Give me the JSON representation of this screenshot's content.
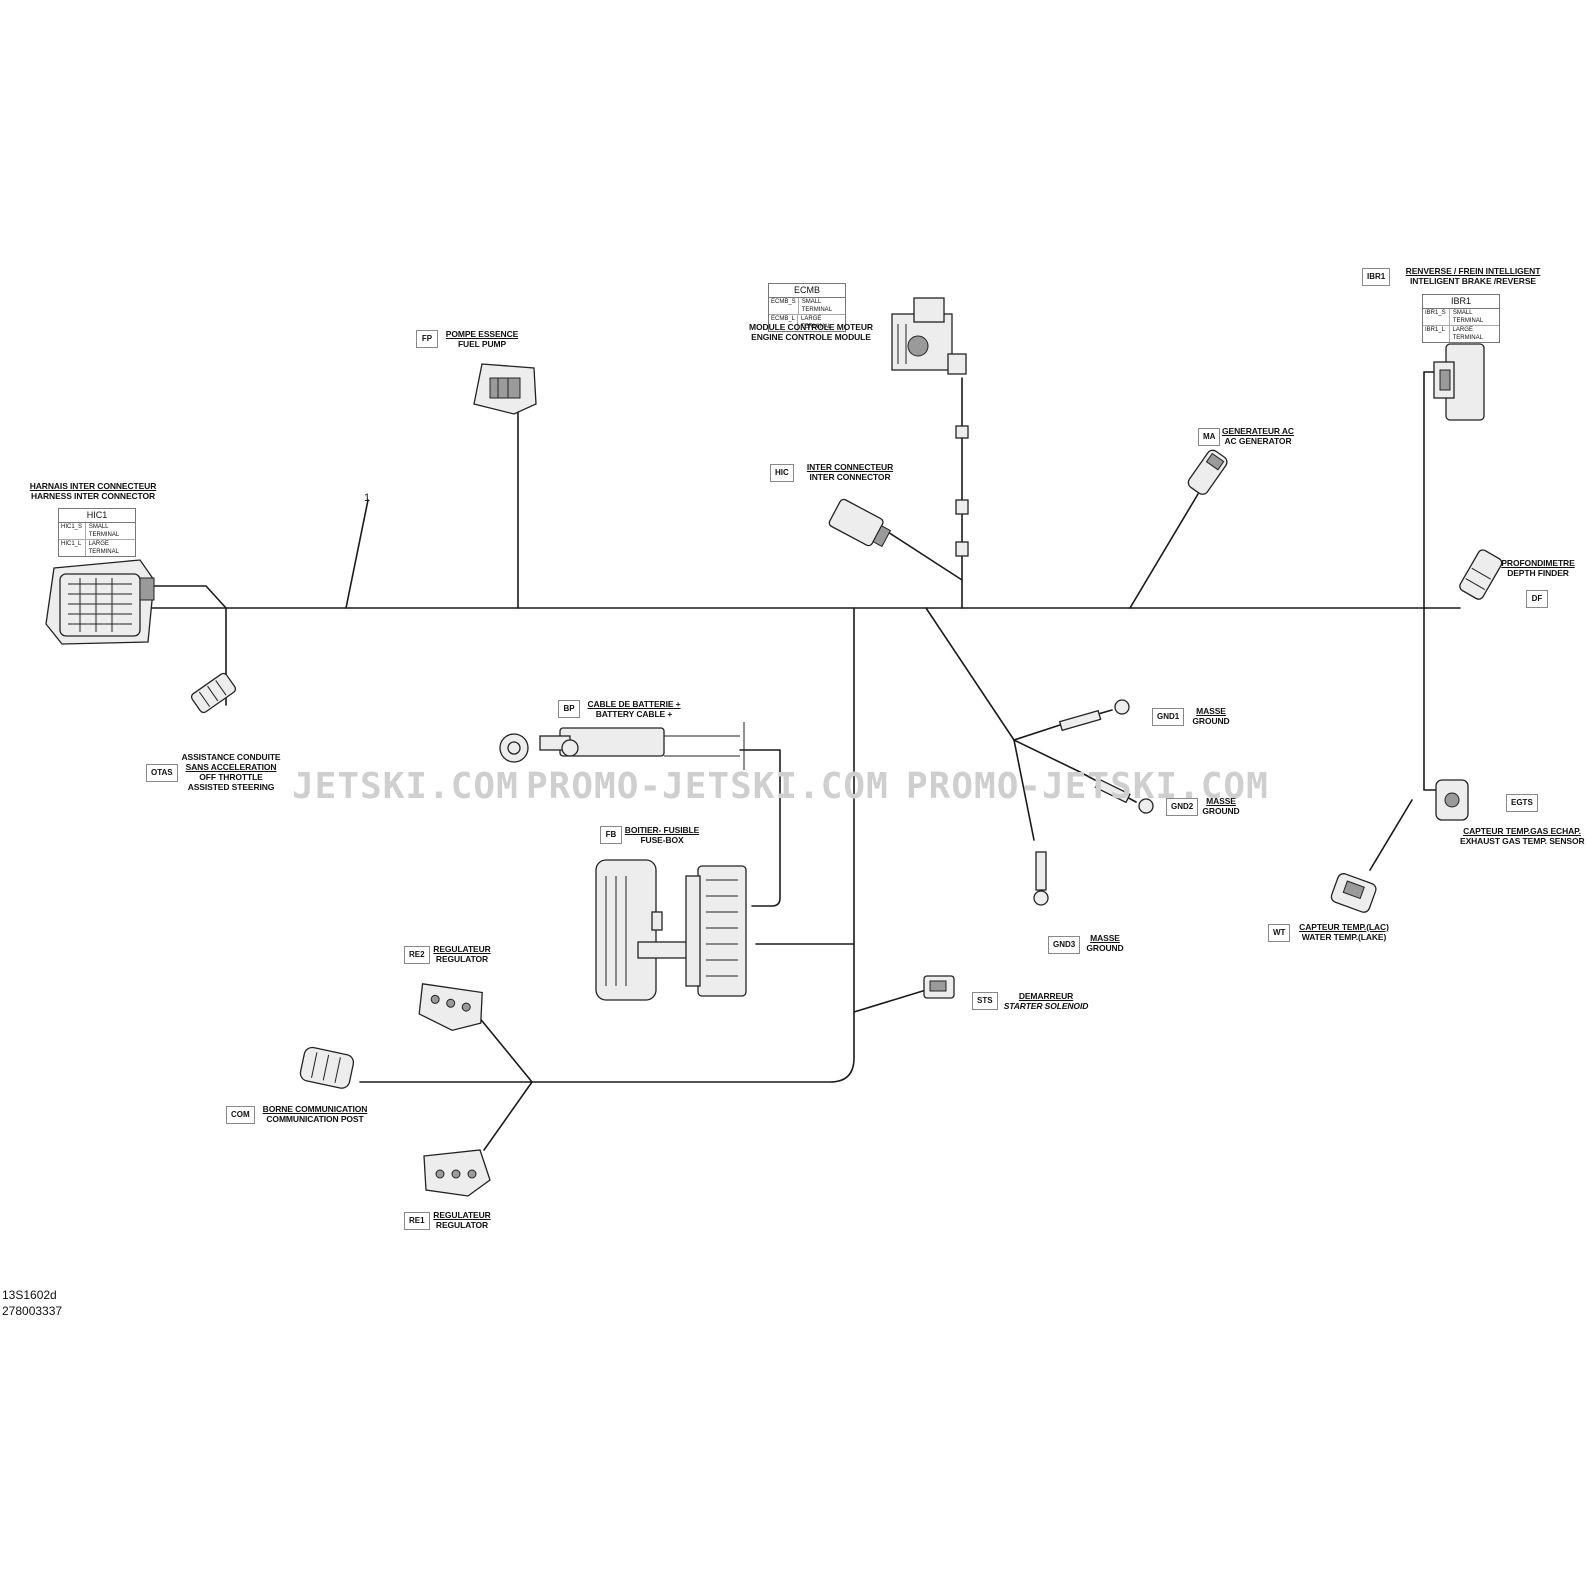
{
  "item_number": "1",
  "watermark": [
    "JETSKI.COM",
    "PROMO-JETSKI.COM",
    "PROMO-JETSKI.COM"
  ],
  "document_ids": [
    "13S1602d",
    "278003337"
  ],
  "connectors": {
    "hic1": {
      "fr": "HARNAIS INTER CONNECTEUR",
      "en": "HARNESS INTER CONNECTOR",
      "table": {
        "title": "HIC1",
        "rows": [
          [
            "HIC1_S",
            "SMALL TERMINAL"
          ],
          [
            "HIC1_L",
            "LARGE TERMINAL"
          ]
        ]
      }
    },
    "fp": {
      "code": "FP",
      "fr": "POMPE ESSENCE",
      "en": "FUEL PUMP"
    },
    "ecmb": {
      "fr": "MODULE CONTROLE MOTEUR",
      "en": "ENGINE CONTROLE MODULE",
      "table": {
        "title": "ECMB",
        "rows": [
          [
            "ECMB_S",
            "SMALL TERMINAL"
          ],
          [
            "ECMB_L",
            "LARGE TERMINAL"
          ]
        ]
      }
    },
    "ibr1": {
      "code": "IBR1",
      "fr": "RENVERSE / FREIN INTELLIGENT",
      "en": "INTELIGENT BRAKE /REVERSE",
      "table": {
        "title": "IBR1",
        "rows": [
          [
            "IBR1_S",
            "SMALL TERMINAL"
          ],
          [
            "IBR1_L",
            "LARGE TERMINAL"
          ]
        ]
      }
    },
    "hic": {
      "code": "HIC",
      "fr": "INTER CONNECTEUR",
      "en": "INTER CONNECTOR"
    },
    "ma": {
      "code": "MA",
      "fr": "GENERATEUR AC",
      "en": "AC GENERATOR"
    },
    "df": {
      "code": "DF",
      "fr": "PROFONDIMETRE",
      "en": "DEPTH FINDER"
    },
    "otas": {
      "code": "OTAS",
      "fr1": "ASSISTANCE CONDUITE",
      "fr2": "SANS ACCELERATION",
      "en1": "OFF THROTTLE",
      "en2": "ASSISTED STEERING"
    },
    "bp": {
      "code": "BP",
      "fr": "CABLE DE BATTERIE +",
      "en": "BATTERY CABLE +"
    },
    "gnd1": {
      "code": "GND1",
      "fr": "MASSE",
      "en": "GROUND"
    },
    "gnd2": {
      "code": "GND2",
      "fr": "MASSE",
      "en": "GROUND"
    },
    "gnd3": {
      "code": "GND3",
      "fr": "MASSE",
      "en": "GROUND"
    },
    "egts": {
      "code": "EGTS",
      "fr": "CAPTEUR TEMP.GAS ECHAP.",
      "en": "EXHAUST GAS TEMP. SENSOR"
    },
    "fb": {
      "code": "FB",
      "fr": "BOITIER- FUSIBLE",
      "en": "FUSE-BOX"
    },
    "wt": {
      "code": "WT",
      "fr": "CAPTEUR TEMP.(LAC)",
      "en": "WATER TEMP.(LAKE)"
    },
    "re2": {
      "code": "RE2",
      "fr": "REGULATEUR",
      "en": "REGULATOR"
    },
    "sts": {
      "code": "STS",
      "fr": "DEMARREUR",
      "en": "STARTER SOLENOID"
    },
    "com": {
      "code": "COM",
      "fr": "BORNE COMMUNICATION",
      "en": "COMMUNICATION POST"
    },
    "re1": {
      "code": "RE1",
      "fr": "REGULATEUR",
      "en": "REGULATOR"
    }
  }
}
